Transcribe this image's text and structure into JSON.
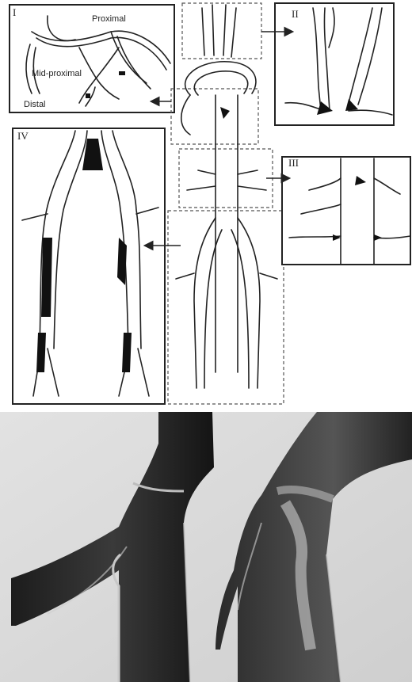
{
  "diagram": {
    "panels": [
      {
        "id": "I",
        "labels": [
          "Proximal",
          "Mid-proximal",
          "Distal"
        ]
      },
      {
        "id": "II",
        "labels": []
      },
      {
        "id": "III",
        "labels": []
      },
      {
        "id": "IV",
        "labels": []
      }
    ],
    "colors": {
      "ink": "#222222",
      "plaque": "#111111",
      "lumen_dark": "#2a2a2a",
      "background_photo": "#d9d9d9"
    }
  },
  "photo": {
    "description_icon": "vessel-cross-section-image"
  }
}
